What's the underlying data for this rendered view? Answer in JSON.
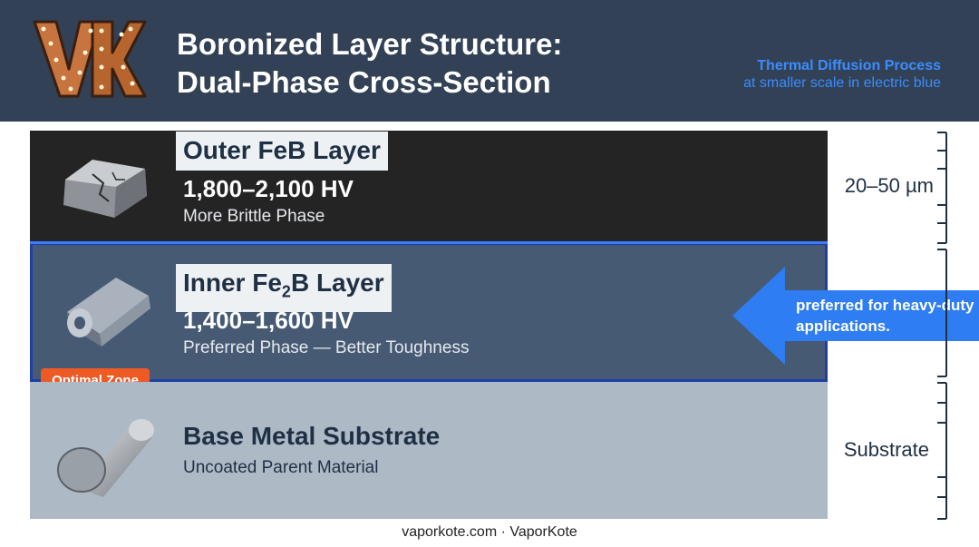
{
  "header": {
    "logo_text": "VK",
    "title_line1": "Boronized Layer Structure:",
    "title_line2": "Dual-Phase Cross-Section",
    "note_line1": "Thermal Diffusion Process",
    "note_line2": "at smaller scale in electric blue"
  },
  "layers": {
    "outer": {
      "name": "Outer FeB Layer",
      "hardness": "1,800–2,100 HV",
      "desc": "More Brittle Phase"
    },
    "inner": {
      "name_prefix": "Inner Fe",
      "name_sub": "2",
      "name_suffix": "B Layer",
      "hardness": "1,400–1,600 HV",
      "desc": "Preferred Phase — Better Toughness"
    },
    "base": {
      "name": "Base Metal Substrate",
      "desc": "Uncoated Parent Material"
    }
  },
  "badge": "Optimal Zone",
  "arrow_text": "preferred for heavy-duty applications.",
  "scale": {
    "thickness_label": "20–50 µm",
    "substrate_label": "Substrate"
  },
  "footer": "vaporkote.com · VaporKote",
  "colors": {
    "header_bg": "#324155",
    "feb_bg": "#242424",
    "fe2b_bg": "#465a73",
    "base_bg": "#aeb9c6",
    "accent_blue": "#3b8cff",
    "badge_orange": "#ee5a24",
    "logo_copper": "#c7743e"
  }
}
